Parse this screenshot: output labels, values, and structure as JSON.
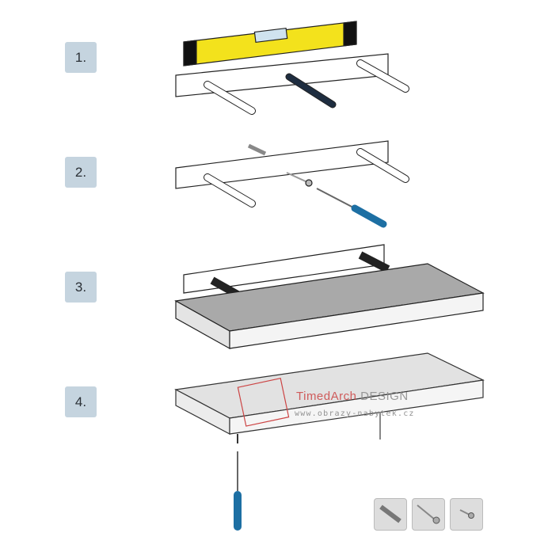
{
  "steps": [
    {
      "label": "1."
    },
    {
      "label": "2."
    },
    {
      "label": "3."
    },
    {
      "label": "4."
    }
  ],
  "watermark": {
    "brand_a": "TimedArch",
    "brand_b": " DESIGN",
    "url": "www.obrazy-nabytek.cz"
  },
  "parts": [
    {
      "icon": "wall-plug-icon"
    },
    {
      "icon": "long-screw-icon"
    },
    {
      "icon": "short-screw-icon"
    }
  ]
}
